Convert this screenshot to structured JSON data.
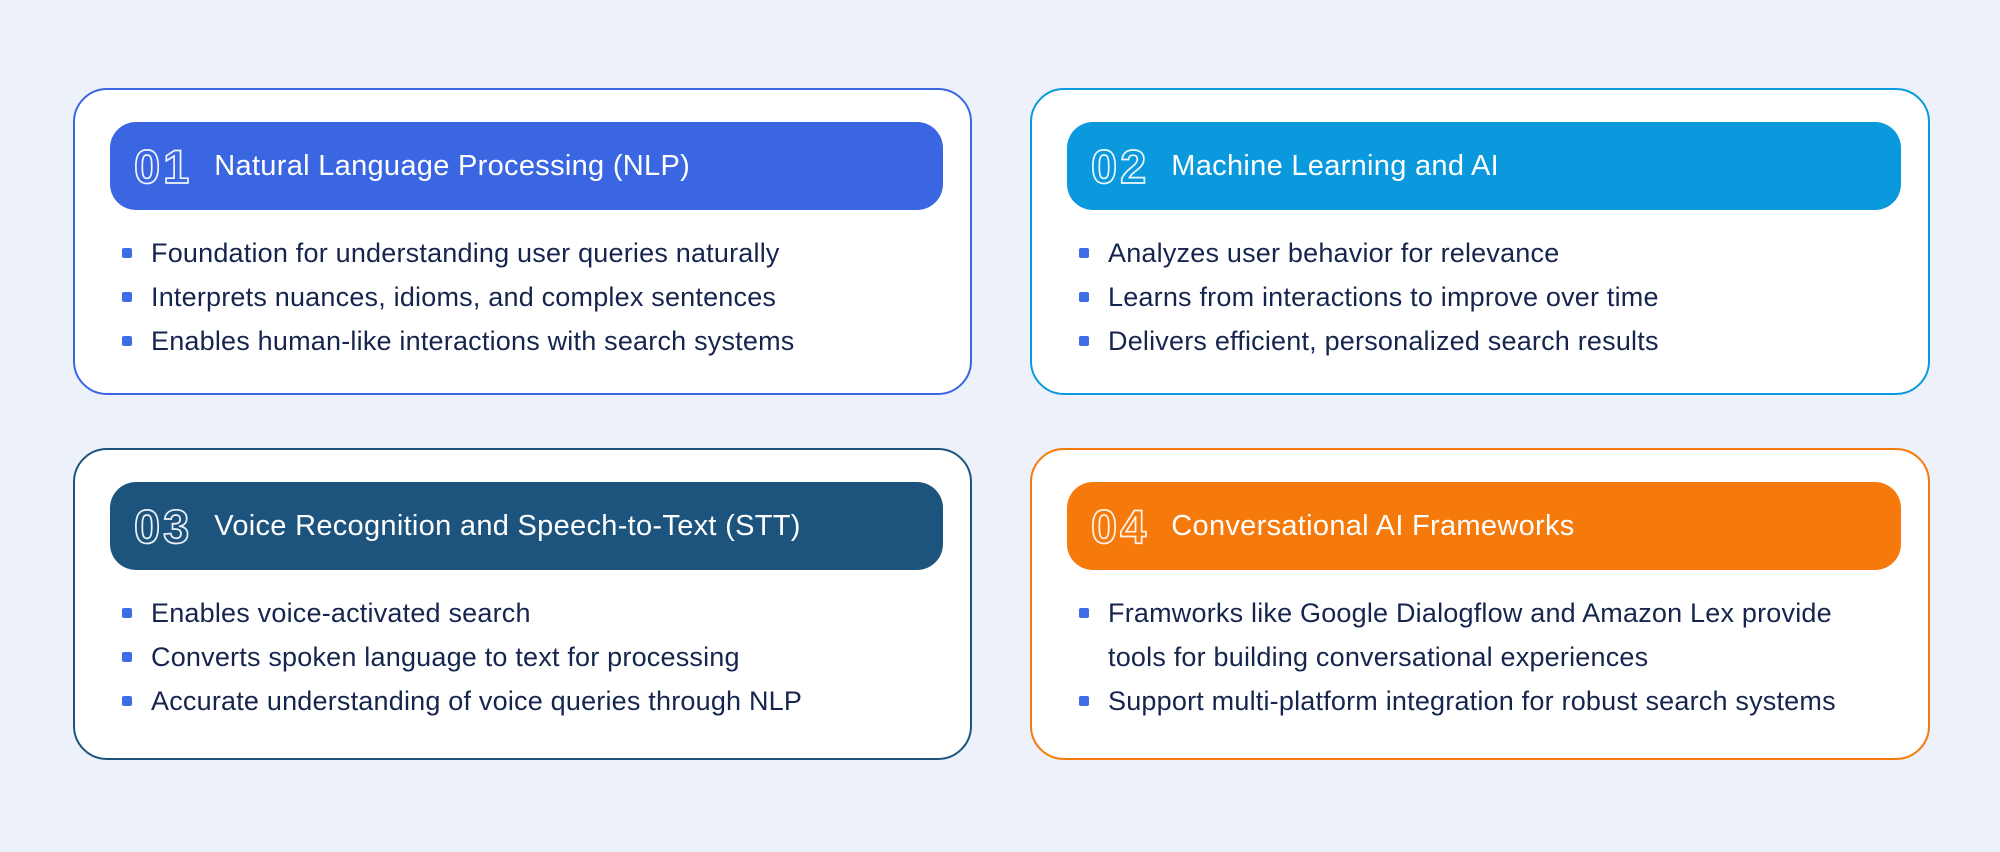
{
  "palette": {
    "page_bg": "#EDF2FA",
    "card_bg": "#FFFFFF",
    "bullet_color": "#3D6EE5",
    "text_color": "#16254E"
  },
  "cards": [
    {
      "number": "01",
      "title": "Natural Language Processing (NLP)",
      "accent_color": "#3A67E1",
      "bullets": [
        "Foundation for understanding user queries naturally",
        "Interprets nuances, idioms, and complex sentences",
        "Enables human-like interactions with search systems"
      ]
    },
    {
      "number": "02",
      "title": "Machine Learning and AI",
      "accent_color": "#0A99DD",
      "bullets": [
        "Analyzes user behavior for relevance",
        "Learns from interactions to improve over time",
        "Delivers efficient, personalized search results"
      ]
    },
    {
      "number": "03",
      "title": "Voice Recognition and Speech-to-Text (STT)",
      "accent_color": "#1D547E",
      "bullets": [
        "Enables voice-activated search",
        "Converts spoken language to text for processing",
        "Accurate understanding of voice queries through NLP"
      ]
    },
    {
      "number": "04",
      "title": "Conversational AI Frameworks",
      "accent_color": "#F5790B",
      "bullets": [
        "Framworks like Google Dialogflow and Amazon Lex provide tools for building conversational experiences",
        "Support multi-platform integration for robust search systems"
      ]
    }
  ]
}
